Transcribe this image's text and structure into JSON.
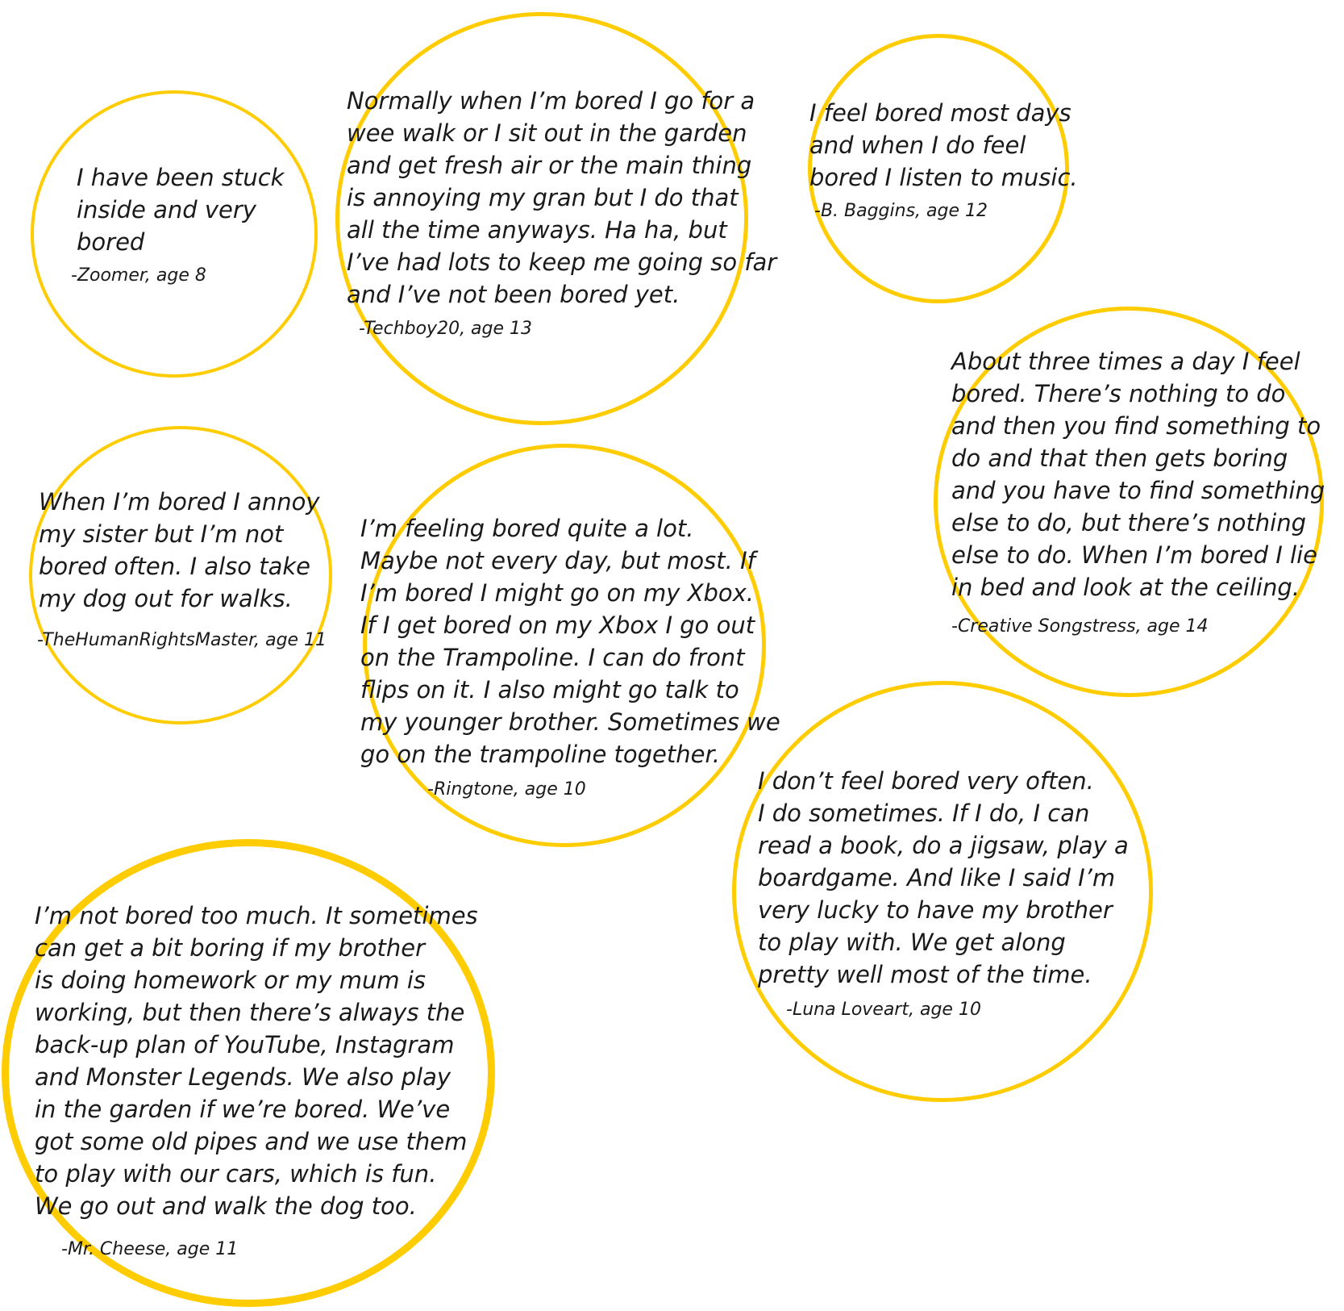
{
  "ring_color": "#FFCC00",
  "quotes": [
    {
      "text": "I have been stuck\ninside and very\nbored",
      "signature": "-Zoomer, age 8"
    },
    {
      "text": "Normally when I’m bored I go for a\nwee walk or I sit out in the garden\nand get fresh air or the main thing\nis annoying my gran but I do that\nall the time anyways. Ha ha, but\nI’ve had lots to keep me going so far\nand I’ve not been bored yet.",
      "signature": "-Techboy20, age 13"
    },
    {
      "text": "I feel bored most days\nand when I do feel\nbored I listen to music.",
      "signature": "-B. Baggins, age 12"
    },
    {
      "text": "About three times a day I feel\nbored. There’s nothing to do\nand then you find something to\ndo and that then gets boring\nand you have to find something\nelse to do, but there’s nothing\nelse to do. When I’m bored I lie\nin bed and look at the ceiling.",
      "signature": "-Creative Songstress, age 14"
    },
    {
      "text": "When I’m bored I annoy\nmy sister but I’m not\nbored often. I also take\nmy dog out for walks.",
      "signature": "-TheHumanRightsMaster, age 11"
    },
    {
      "text": "I’m feeling bored quite a lot.\nMaybe not every day, but most. If\nI’m bored I might go on my Xbox.\nIf I get bored on my Xbox I go out\non the Trampoline. I can do front\nflips on it. I also might go talk to\nmy younger brother. Sometimes we\ngo on the trampoline together.",
      "signature": "-Ringtone, age 10"
    },
    {
      "text": "I don’t feel bored very often.\nI do sometimes. If I do, I can\nread a book, do a jigsaw, play a\nboardgame. And like I said I’m\nvery lucky to have my brother\nto play with. We get along\npretty well most of the time.",
      "signature": "-Luna Loveart, age 10"
    },
    {
      "text": "I’m not bored too much. It sometimes\ncan get a bit boring if my brother\nis doing homework or my mum is\nworking, but then there’s always the\nback-up plan of YouTube, Instagram\nand Monster Legends. We also play\nin the garden if we’re bored. We’ve\ngot some old pipes and we use them\nto play with our cars, which is fun.\nWe go out and walk the dog too.",
      "signature": "-Mr. Cheese, age 11"
    }
  ]
}
